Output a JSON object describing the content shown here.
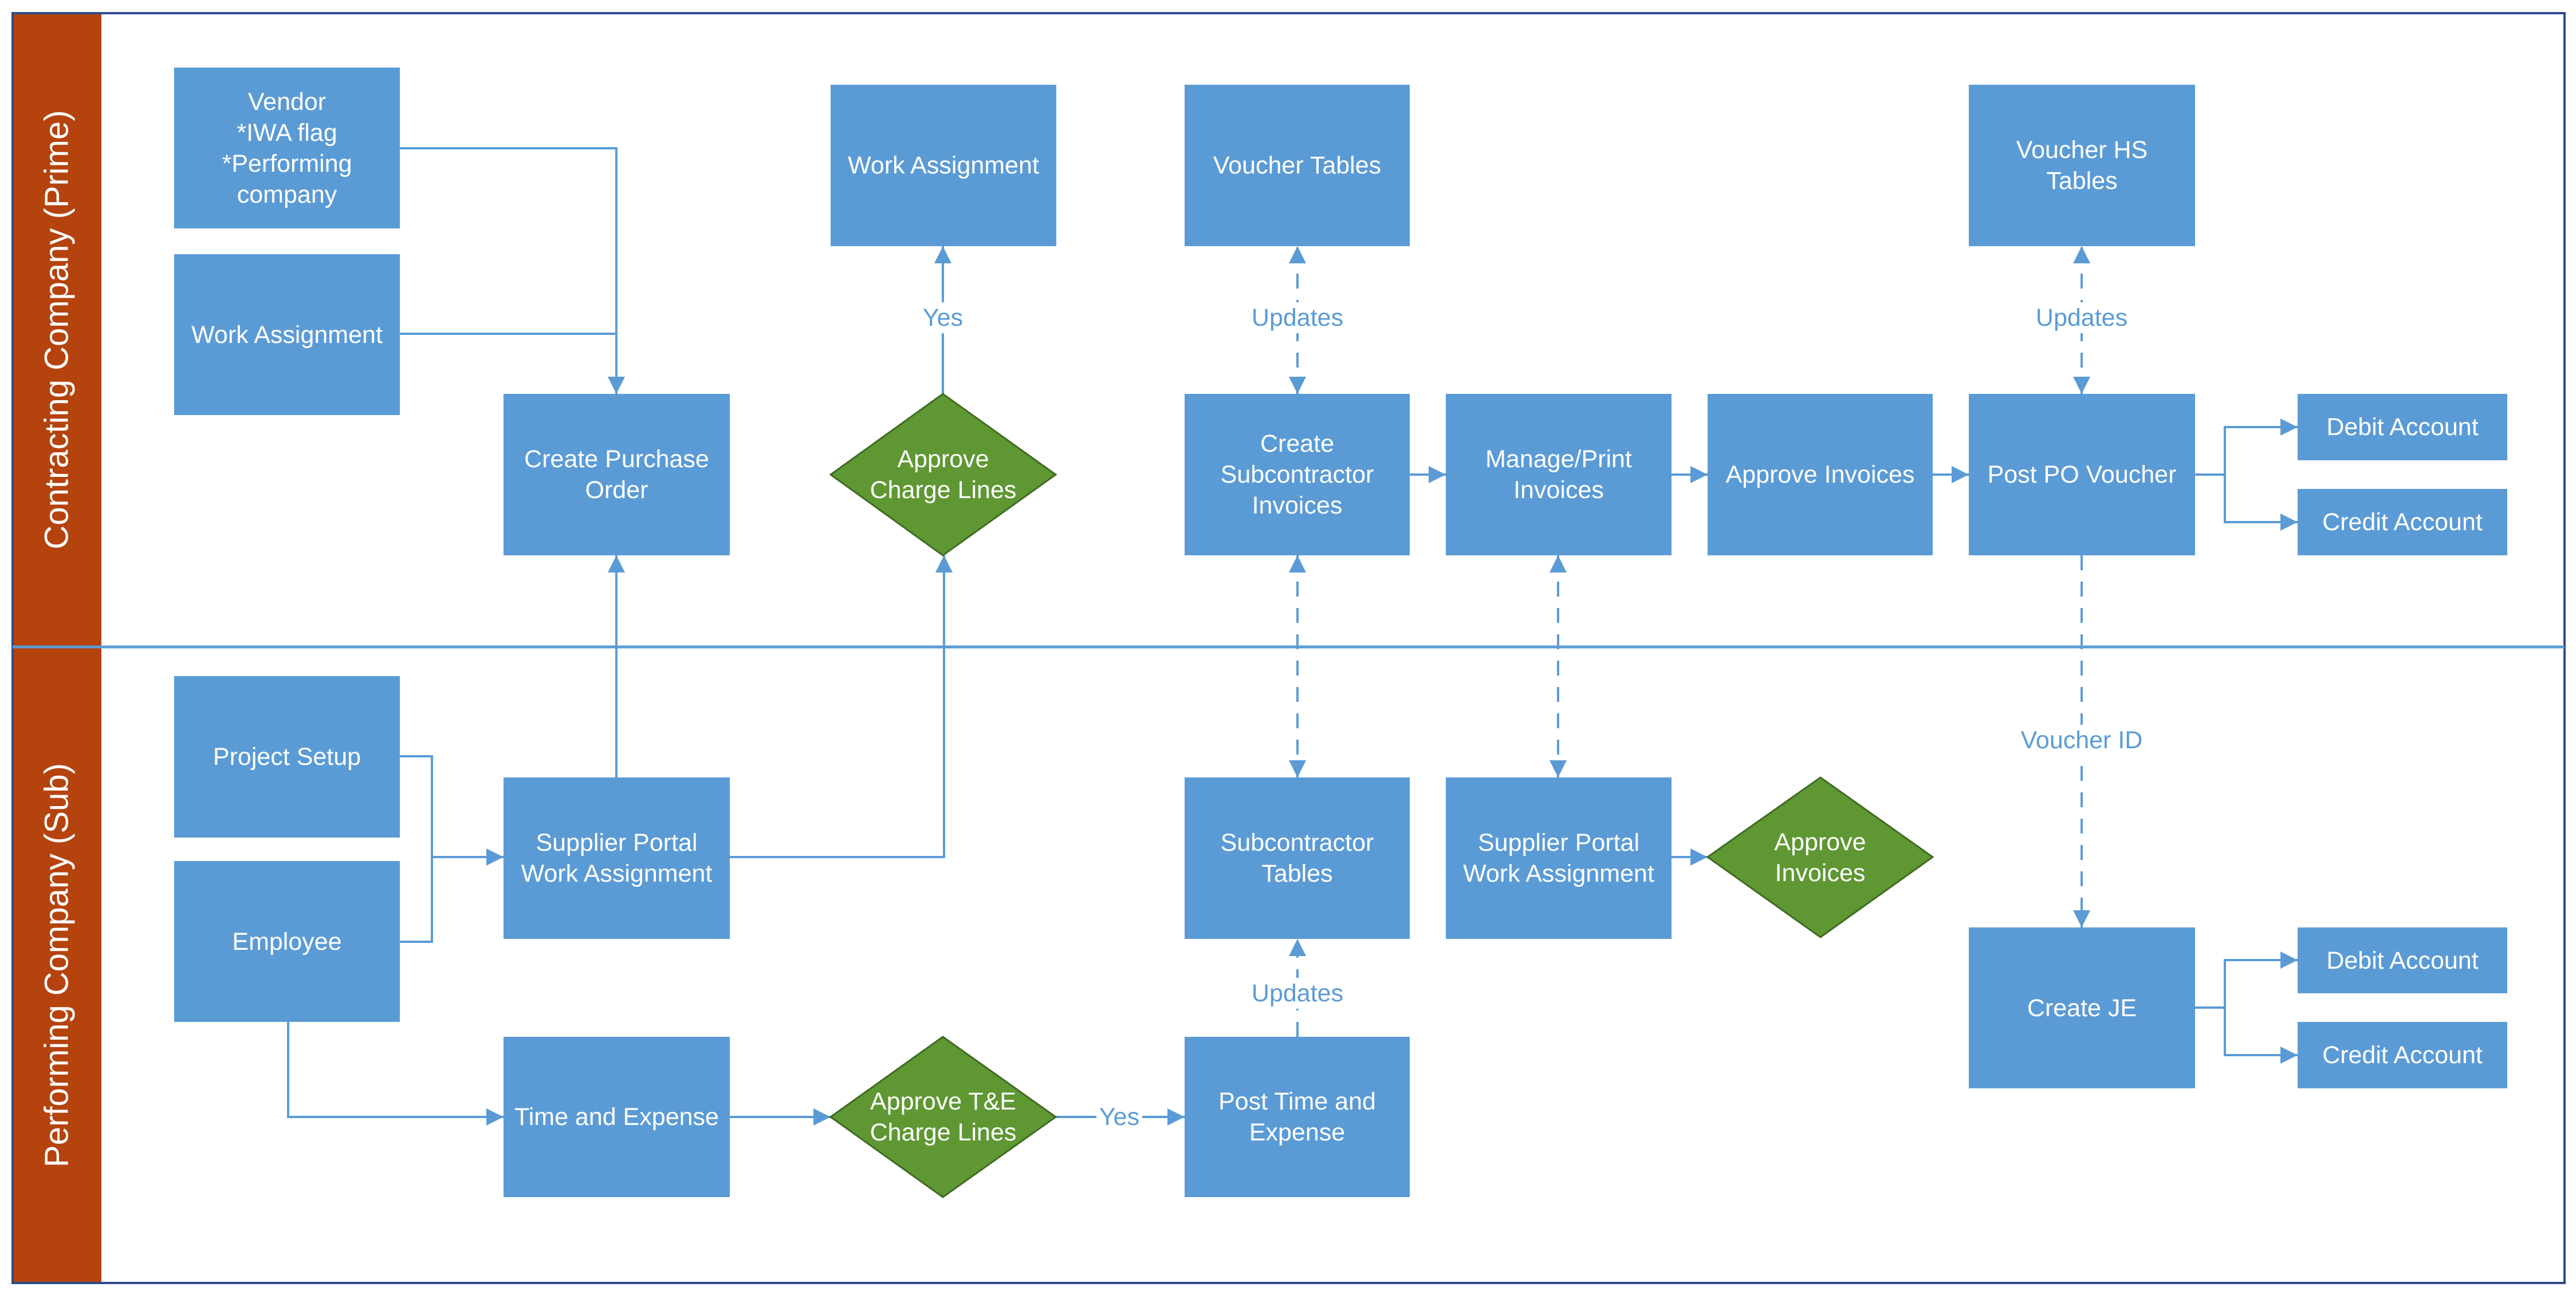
{
  "colors": {
    "box_fill": "#5b9bd5",
    "decision_fill": "#5f9733",
    "lane_band": "#b5430e",
    "connector": "#5b9bd5",
    "border": "#2f4b8c"
  },
  "lanes": {
    "prime": "Contracting Company (Prime)",
    "sub": "Performing Company (Sub)"
  },
  "nodes": {
    "vendor": "Vendor\n*IWA flag\n*Performing\ncompany",
    "work_assignment_prime": "Work Assignment",
    "create_po": "Create Purchase\nOrder",
    "work_assignment_top": "Work Assignment",
    "approve_charge_lines": "Approve\nCharge Lines",
    "voucher_tables": "Voucher Tables",
    "create_sub_invoices": "Create\nSubcontractor\nInvoices",
    "manage_print_invoices": "Manage/Print\nInvoices",
    "approve_invoices_prime": "Approve Invoices",
    "voucher_hs_tables": "Voucher HS\nTables",
    "post_po_voucher": "Post PO Voucher",
    "debit_account_prime": "Debit Account",
    "credit_account_prime": "Credit Account",
    "project_setup": "Project Setup",
    "employee": "Employee",
    "supplier_portal_wa_1": "Supplier Portal\nWork Assignment",
    "time_and_expense": "Time and Expense",
    "approve_te_charge_lines": "Approve T&E\nCharge Lines",
    "post_time_expense": "Post Time and\nExpense",
    "subcontractor_tables": "Subcontractor\nTables",
    "supplier_portal_wa_2": "Supplier Portal\nWork Assignment",
    "approve_invoices_sub": "Approve\nInvoices",
    "create_je": "Create JE",
    "debit_account_sub": "Debit Account",
    "credit_account_sub": "Credit Account"
  },
  "edge_labels": {
    "yes_top": "Yes",
    "updates_voucher": "Updates",
    "updates_hs": "Updates",
    "voucher_id": "Voucher ID",
    "updates_sub": "Updates",
    "yes_te": "Yes"
  }
}
